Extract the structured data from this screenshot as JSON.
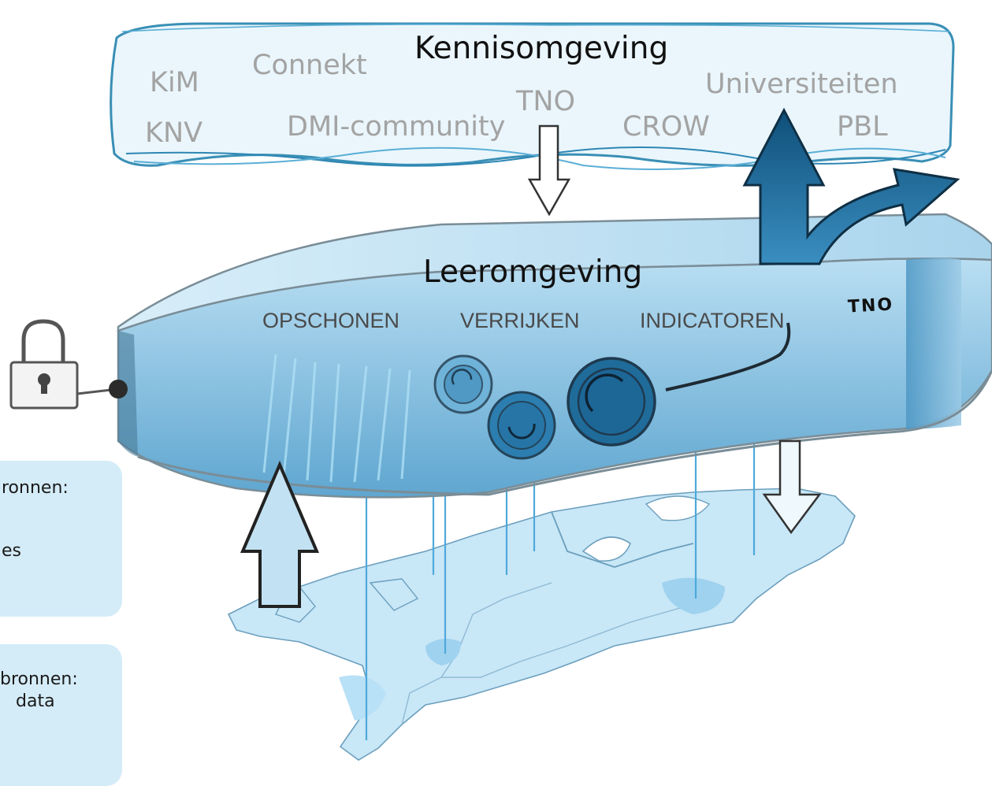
{
  "knowledge_environment": {
    "title": "Kennisomgeving",
    "partners": [
      "KiM",
      "Connekt",
      "TNO",
      "Universiteiten",
      "KNV",
      "DMI-community",
      "CROW",
      "PBL"
    ]
  },
  "learning_environment": {
    "title": "Leeromgeving",
    "steps": [
      "OPSCHONEN",
      "VERRIJKEN",
      "INDICATOREN"
    ],
    "logo_text": "TNO"
  },
  "source_boxes": [
    {
      "line1": "ronnen:",
      "line2": "",
      "line3": "es"
    },
    {
      "line1": "bronnen:",
      "line2": "data"
    }
  ],
  "colors": {
    "cloud_fill": "#eaf6fc",
    "cloud_stroke": "#3a8fb5",
    "box_top": "#bfe2f4",
    "box_front": "#79bbe0",
    "arrow_dark": "#1d6b99",
    "map_fill": "#c8e7f7",
    "source_box": "#d4ecf8"
  },
  "icons": [
    "lock-icon",
    "gear-icon",
    "up-arrow-icon",
    "down-arrow-icon",
    "split-arrow-icon",
    "netherlands-map"
  ]
}
